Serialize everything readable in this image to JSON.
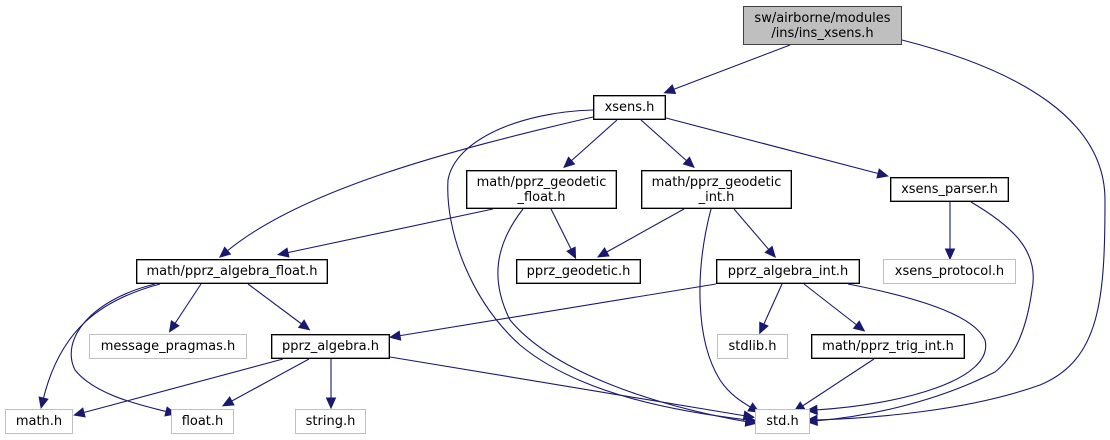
{
  "diagram": {
    "type": "include-dependency-graph",
    "colors": {
      "edge": "#191970",
      "root_fill": "#bfbfbf",
      "solid_border": "#000000",
      "external_border": "#bfbfbf"
    },
    "nodes": [
      {
        "id": "ins_xsens",
        "label": "sw/airborne/modules\n/ins/ins_xsens.h",
        "kind": "root"
      },
      {
        "id": "xsens",
        "label": "xsens.h",
        "kind": "solid"
      },
      {
        "id": "geodetic_float",
        "label": "math/pprz_geodetic\n_float.h",
        "kind": "solid"
      },
      {
        "id": "geodetic_int",
        "label": "math/pprz_geodetic\n_int.h",
        "kind": "solid"
      },
      {
        "id": "xsens_parser",
        "label": "xsens_parser.h",
        "kind": "solid"
      },
      {
        "id": "algebra_float",
        "label": "math/pprz_algebra_float.h",
        "kind": "solid"
      },
      {
        "id": "pprz_geodetic",
        "label": "pprz_geodetic.h",
        "kind": "solid"
      },
      {
        "id": "algebra_int",
        "label": "pprz_algebra_int.h",
        "kind": "solid"
      },
      {
        "id": "xsens_protocol",
        "label": "xsens_protocol.h",
        "kind": "ext"
      },
      {
        "id": "message_pragmas",
        "label": "message_pragmas.h",
        "kind": "ext"
      },
      {
        "id": "pprz_algebra",
        "label": "pprz_algebra.h",
        "kind": "solid"
      },
      {
        "id": "stdlib",
        "label": "stdlib.h",
        "kind": "ext"
      },
      {
        "id": "trig_int",
        "label": "math/pprz_trig_int.h",
        "kind": "solid"
      },
      {
        "id": "math",
        "label": "math.h",
        "kind": "ext"
      },
      {
        "id": "float",
        "label": "float.h",
        "kind": "ext"
      },
      {
        "id": "string",
        "label": "string.h",
        "kind": "ext"
      },
      {
        "id": "std",
        "label": "std.h",
        "kind": "ext"
      }
    ],
    "edges": [
      [
        "ins_xsens",
        "xsens"
      ],
      [
        "ins_xsens",
        "std"
      ],
      [
        "xsens",
        "geodetic_float"
      ],
      [
        "xsens",
        "geodetic_int"
      ],
      [
        "xsens",
        "xsens_parser"
      ],
      [
        "xsens",
        "algebra_float"
      ],
      [
        "xsens",
        "std"
      ],
      [
        "geodetic_float",
        "algebra_float"
      ],
      [
        "geodetic_float",
        "pprz_geodetic"
      ],
      [
        "geodetic_float",
        "std"
      ],
      [
        "geodetic_int",
        "pprz_geodetic"
      ],
      [
        "geodetic_int",
        "algebra_int"
      ],
      [
        "geodetic_int",
        "std"
      ],
      [
        "xsens_parser",
        "xsens_protocol"
      ],
      [
        "xsens_parser",
        "std"
      ],
      [
        "algebra_float",
        "message_pragmas"
      ],
      [
        "algebra_float",
        "pprz_algebra"
      ],
      [
        "algebra_float",
        "math"
      ],
      [
        "algebra_float",
        "float"
      ],
      [
        "algebra_int",
        "pprz_algebra"
      ],
      [
        "algebra_int",
        "stdlib"
      ],
      [
        "algebra_int",
        "trig_int"
      ],
      [
        "algebra_int",
        "std"
      ],
      [
        "pprz_algebra",
        "math"
      ],
      [
        "pprz_algebra",
        "float"
      ],
      [
        "pprz_algebra",
        "string"
      ],
      [
        "pprz_algebra",
        "std"
      ],
      [
        "trig_int",
        "std"
      ]
    ]
  }
}
